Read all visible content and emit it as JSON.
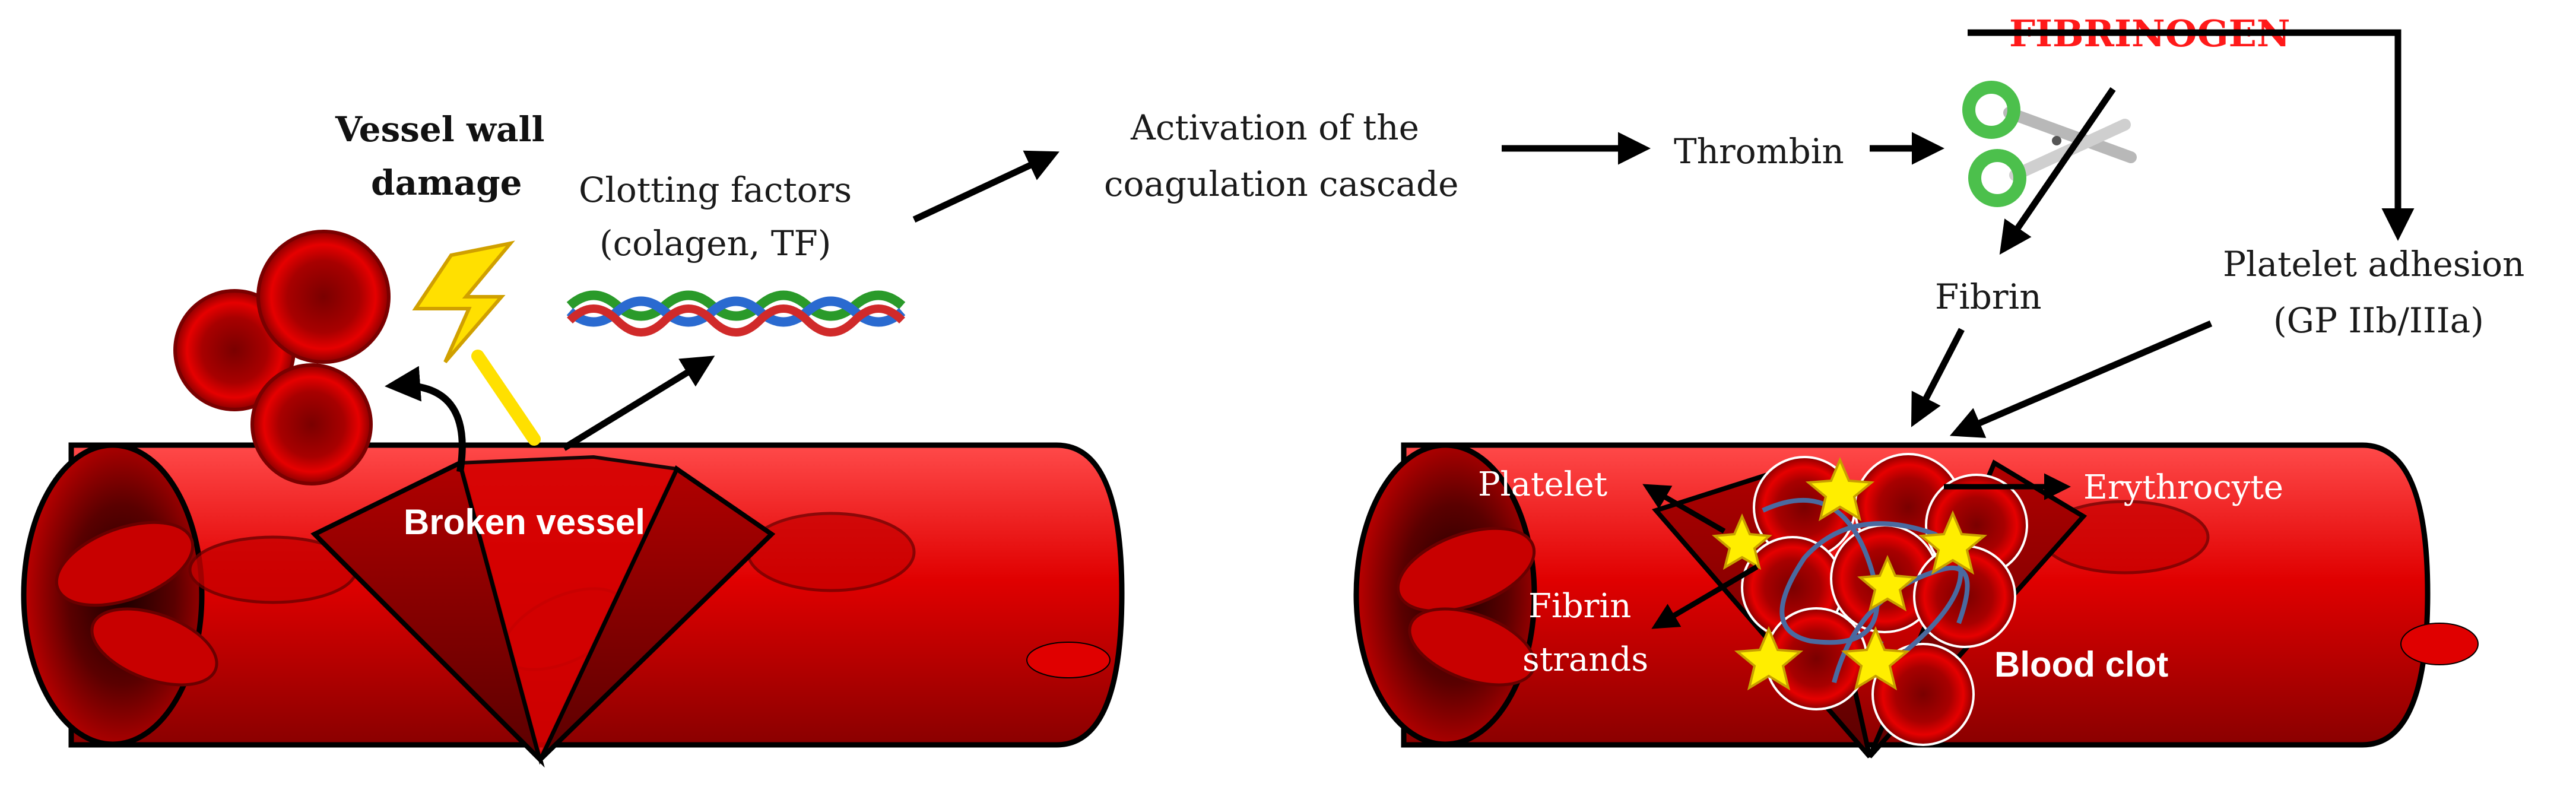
{
  "labels": {
    "vessel_wall_damage_1": "Vessel wall",
    "vessel_wall_damage_2": "damage",
    "clotting_factors_1": "Clotting factors",
    "clotting_factors_2": "(colagen, TF)",
    "activation_1": "Activation of the",
    "activation_2": "coagulation cascade",
    "thrombin": "Thrombin",
    "fibrinogen": "FIBRINOGEN",
    "fibrin": "Fibrin",
    "platelet_adhesion_1": "Platelet adhesion",
    "platelet_adhesion_2": "(GP IIb/IIIa)",
    "broken_vessel": "Broken vessel",
    "platelet": "Platelet",
    "erythrocyte": "Erythrocyte",
    "fibrin_strands_1": "Fibrin",
    "fibrin_strands_2": "strands",
    "blood_clot": "Blood clot"
  },
  "colors": {
    "fibrinogen": "#ff1a1a",
    "vessel": "#e00000",
    "vessel_dark": "#7a0000",
    "rbc": "#c40000",
    "platelet_star": "#ffee00",
    "scissors_handle": "#4cc04c"
  }
}
